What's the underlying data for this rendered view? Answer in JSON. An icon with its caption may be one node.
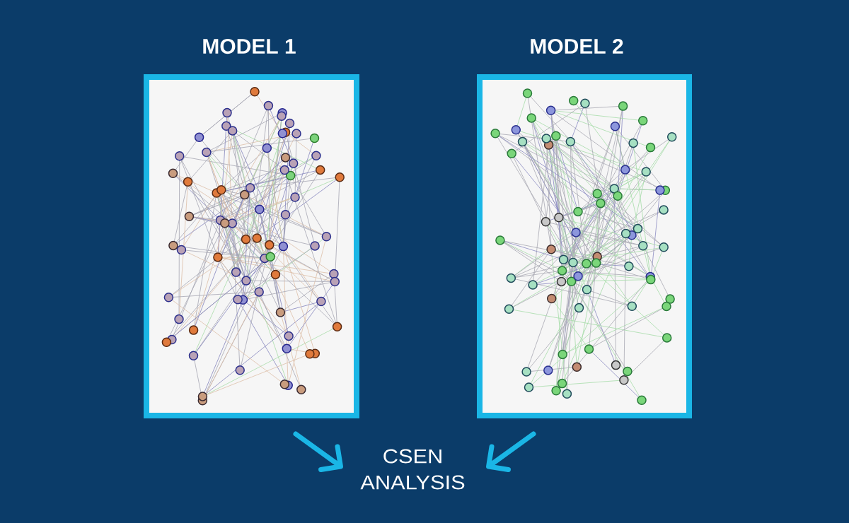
{
  "diagram": {
    "nodes": [
      {
        "text": [
          "MODEL 1"
        ]
      },
      {
        "text": [
          "MODEL 2"
        ]
      },
      {
        "text": [
          "CSEN ANALYSIS"
        ]
      }
    ],
    "edges": [
      {
        "from": 0,
        "to": 2,
        "arrow": "to"
      },
      {
        "from": 1,
        "to": 2,
        "arrow": "to"
      }
    ]
  }
}
